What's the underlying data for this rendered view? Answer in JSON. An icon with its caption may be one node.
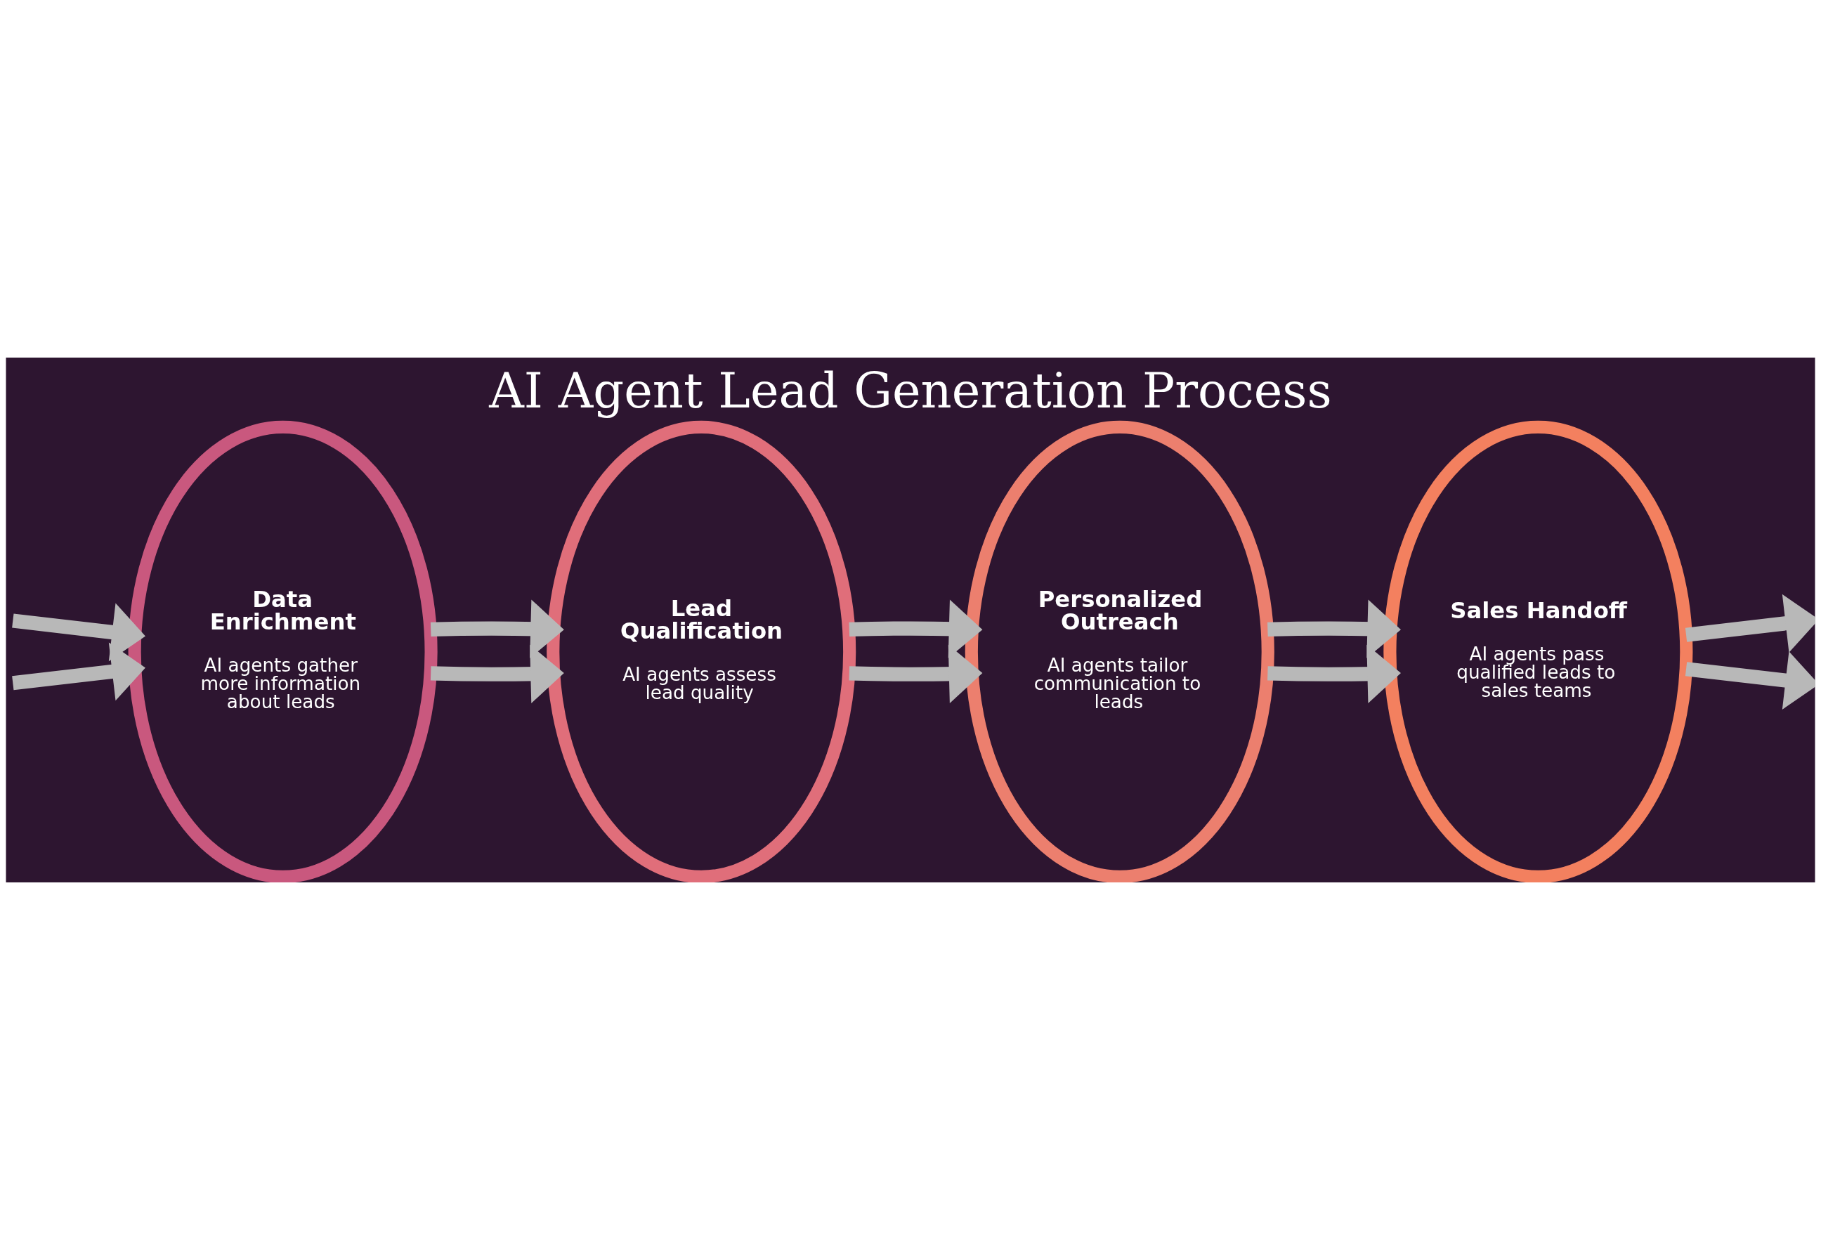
{
  "diagram": {
    "title": "AI Agent Lead Generation Process",
    "nodes": [
      {
        "text": [
          "Data Enrichment",
          "AI agents gather more information about leads"
        ]
      },
      {
        "text": [
          "Lead Qualification",
          "AI agents assess lead quality"
        ]
      },
      {
        "text": [
          "Personalized Outreach",
          "AI agents tailor communication to leads"
        ]
      },
      {
        "text": [
          "Sales Handoff",
          "AI agents pass qualified leads to sales teams"
        ]
      }
    ],
    "edges": [
      {
        "from": null,
        "to": 0,
        "arrow": "to"
      },
      {
        "from": null,
        "to": 0,
        "arrow": "to"
      },
      {
        "from": 0,
        "to": 1,
        "arrow": "to"
      },
      {
        "from": 0,
        "to": 1,
        "arrow": "to"
      },
      {
        "from": 1,
        "to": 2,
        "arrow": "to"
      },
      {
        "from": 1,
        "to": 2,
        "arrow": "to"
      },
      {
        "from": 2,
        "to": 3,
        "arrow": "to"
      },
      {
        "from": 2,
        "to": 3,
        "arrow": "to"
      },
      {
        "from": 3,
        "to": null,
        "arrow": "to"
      },
      {
        "from": 3,
        "to": null,
        "arrow": "to"
      }
    ]
  }
}
